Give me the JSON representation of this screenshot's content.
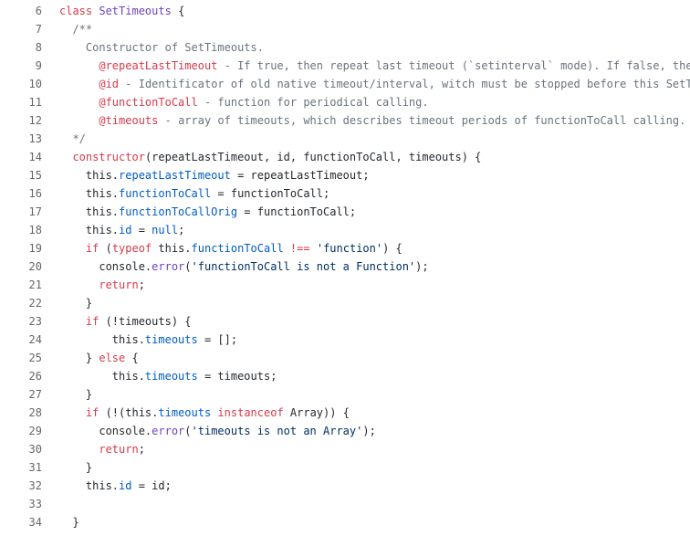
{
  "lines": [
    {
      "n": "6",
      "segs": [
        {
          "t": "class ",
          "c": "kw"
        },
        {
          "t": "SetTimeouts",
          "c": "cls"
        },
        {
          "t": " {"
        }
      ]
    },
    {
      "n": "7",
      "segs": [
        {
          "t": "  /**",
          "c": "cm"
        }
      ]
    },
    {
      "n": "8",
      "segs": [
        {
          "t": "    Constructor of SetTimeouts.",
          "c": "cm"
        }
      ]
    },
    {
      "n": "9",
      "segs": [
        {
          "t": "      ",
          "c": "cm"
        },
        {
          "t": "@repeatLastTimeout",
          "c": "tag"
        },
        {
          "t": " - If true, then repeat last timeout (`setinterval` mode). If false, then repeat",
          "c": "cm"
        }
      ]
    },
    {
      "n": "10",
      "segs": [
        {
          "t": "      ",
          "c": "cm"
        },
        {
          "t": "@id",
          "c": "tag"
        },
        {
          "t": " - Identificator of old native timeout/interval, witch must be stopped before this SetTimeouts",
          "c": "cm"
        }
      ]
    },
    {
      "n": "11",
      "segs": [
        {
          "t": "      ",
          "c": "cm"
        },
        {
          "t": "@functionToCall",
          "c": "tag"
        },
        {
          "t": " - function for periodical calling.",
          "c": "cm"
        }
      ]
    },
    {
      "n": "12",
      "segs": [
        {
          "t": "      ",
          "c": "cm"
        },
        {
          "t": "@timeouts",
          "c": "tag"
        },
        {
          "t": " - array of timeouts, which describes timeout periods of functionToCall calling.",
          "c": "cm"
        }
      ]
    },
    {
      "n": "13",
      "segs": [
        {
          "t": "  */",
          "c": "cm"
        }
      ]
    },
    {
      "n": "14",
      "segs": [
        {
          "t": "  "
        },
        {
          "t": "constructor",
          "c": "kw"
        },
        {
          "t": "(repeatLastTimeout, id, functionToCall, timeouts) {"
        }
      ]
    },
    {
      "n": "15",
      "segs": [
        {
          "t": "    this."
        },
        {
          "t": "repeatLastTimeout",
          "c": "prop"
        },
        {
          "t": " = repeatLastTimeout;"
        }
      ]
    },
    {
      "n": "16",
      "segs": [
        {
          "t": "    this."
        },
        {
          "t": "functionToCall",
          "c": "prop"
        },
        {
          "t": " = functionToCall;"
        }
      ]
    },
    {
      "n": "17",
      "segs": [
        {
          "t": "    this."
        },
        {
          "t": "functionToCallOrig",
          "c": "prop"
        },
        {
          "t": " = functionToCall;"
        }
      ]
    },
    {
      "n": "18",
      "segs": [
        {
          "t": "    this."
        },
        {
          "t": "id",
          "c": "prop"
        },
        {
          "t": " = "
        },
        {
          "t": "null",
          "c": "prop"
        },
        {
          "t": ";"
        }
      ]
    },
    {
      "n": "19",
      "segs": [
        {
          "t": "    "
        },
        {
          "t": "if",
          "c": "kw"
        },
        {
          "t": " ("
        },
        {
          "t": "typeof",
          "c": "kw"
        },
        {
          "t": " this."
        },
        {
          "t": "functionToCall",
          "c": "prop"
        },
        {
          "t": " "
        },
        {
          "t": "!==",
          "c": "kw"
        },
        {
          "t": " "
        },
        {
          "t": "'function'",
          "c": "str"
        },
        {
          "t": ") {"
        }
      ]
    },
    {
      "n": "20",
      "segs": [
        {
          "t": "      console."
        },
        {
          "t": "error",
          "c": "fn"
        },
        {
          "t": "("
        },
        {
          "t": "'functionToCall is not a Function'",
          "c": "str"
        },
        {
          "t": ");"
        }
      ]
    },
    {
      "n": "21",
      "segs": [
        {
          "t": "      "
        },
        {
          "t": "return",
          "c": "kw"
        },
        {
          "t": ";"
        }
      ]
    },
    {
      "n": "22",
      "segs": [
        {
          "t": "    }"
        }
      ]
    },
    {
      "n": "23",
      "segs": [
        {
          "t": "    "
        },
        {
          "t": "if",
          "c": "kw"
        },
        {
          "t": " (!timeouts) {"
        }
      ]
    },
    {
      "n": "24",
      "segs": [
        {
          "t": "        this."
        },
        {
          "t": "timeouts",
          "c": "prop"
        },
        {
          "t": " = [];"
        }
      ]
    },
    {
      "n": "25",
      "segs": [
        {
          "t": "    } "
        },
        {
          "t": "else",
          "c": "kw"
        },
        {
          "t": " {"
        }
      ]
    },
    {
      "n": "26",
      "segs": [
        {
          "t": "        this."
        },
        {
          "t": "timeouts",
          "c": "prop"
        },
        {
          "t": " = timeouts;"
        }
      ]
    },
    {
      "n": "27",
      "segs": [
        {
          "t": "    }"
        }
      ]
    },
    {
      "n": "28",
      "segs": [
        {
          "t": "    "
        },
        {
          "t": "if",
          "c": "kw"
        },
        {
          "t": " (!(this."
        },
        {
          "t": "timeouts",
          "c": "prop"
        },
        {
          "t": " "
        },
        {
          "t": "instanceof",
          "c": "kw"
        },
        {
          "t": " Array)) {"
        }
      ]
    },
    {
      "n": "29",
      "segs": [
        {
          "t": "      console."
        },
        {
          "t": "error",
          "c": "fn"
        },
        {
          "t": "("
        },
        {
          "t": "'timeouts is not an Array'",
          "c": "str"
        },
        {
          "t": ");"
        }
      ]
    },
    {
      "n": "30",
      "segs": [
        {
          "t": "      "
        },
        {
          "t": "return",
          "c": "kw"
        },
        {
          "t": ";"
        }
      ]
    },
    {
      "n": "31",
      "segs": [
        {
          "t": "    }"
        }
      ]
    },
    {
      "n": "32",
      "segs": [
        {
          "t": "    this."
        },
        {
          "t": "id",
          "c": "prop"
        },
        {
          "t": " = id;"
        }
      ]
    },
    {
      "n": "33",
      "segs": [
        {
          "t": ""
        }
      ]
    },
    {
      "n": "34",
      "segs": [
        {
          "t": "  }"
        }
      ]
    }
  ]
}
